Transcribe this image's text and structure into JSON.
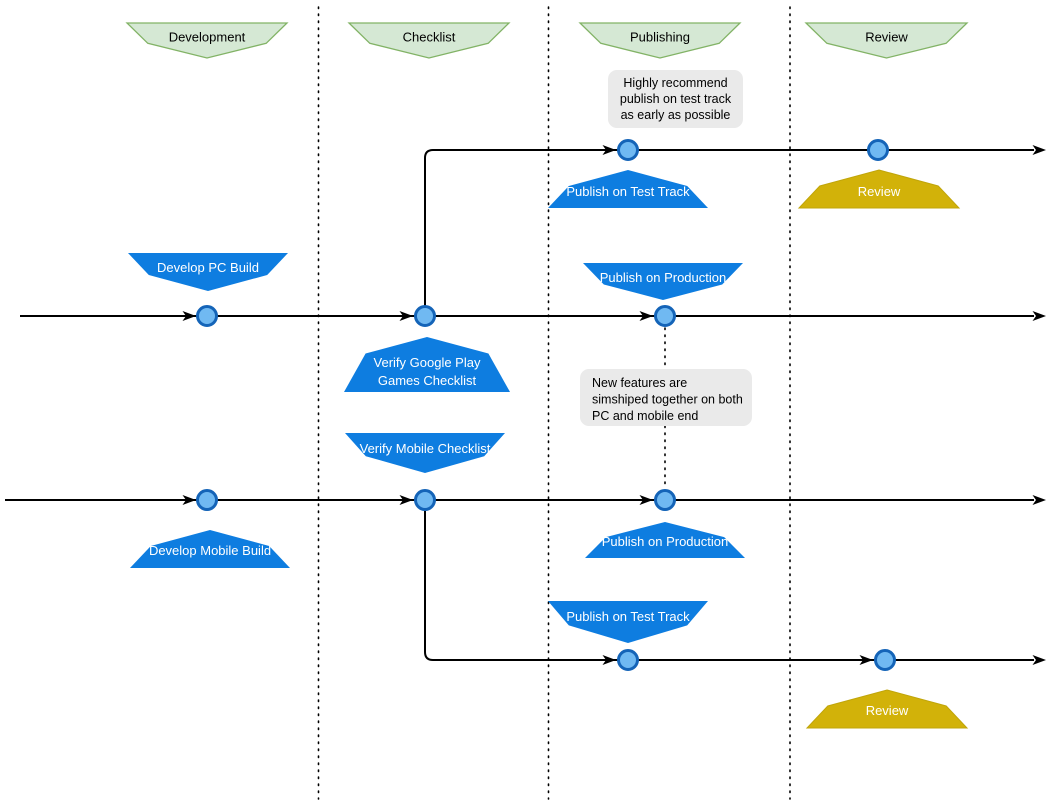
{
  "lanes": {
    "development": "Development",
    "checklist": "Checklist",
    "publishing": "Publishing",
    "review": "Review"
  },
  "milestones": {
    "publish_test_top": "Publish on Test Track",
    "review_top": "Review",
    "develop_pc": "Develop PC Build",
    "publish_prod_top": "Publish on Production",
    "verify_google_play": {
      "line1": "Verify Google Play",
      "line2": "Games Checklist"
    },
    "verify_mobile": "Verify Mobile Checklist",
    "develop_mobile": "Develop Mobile Build",
    "publish_prod_bottom": "Publish on Production",
    "publish_test_bottom": "Publish on Test Track",
    "review_bottom": "Review"
  },
  "notes": {
    "test_track_note": {
      "line1": "Highly recommend",
      "line2": "publish on test track",
      "line3": "as early as possible"
    },
    "simship_note": {
      "line1": "New features are",
      "line2": "simshiped together on both",
      "line3": "PC and mobile end"
    }
  },
  "colors": {
    "background": "#ffffff",
    "lane_header_fill": "#d5e8d4",
    "lane_header_stroke": "#82b366",
    "task_banner_fill": "#0e7de0",
    "task_banner_text": "#ffffff",
    "review_banner_fill": "#d2b209",
    "node_fill": "#70b9f2",
    "node_stroke": "#1464b8",
    "note_fill": "#eaeaea",
    "line_color": "#000000"
  }
}
